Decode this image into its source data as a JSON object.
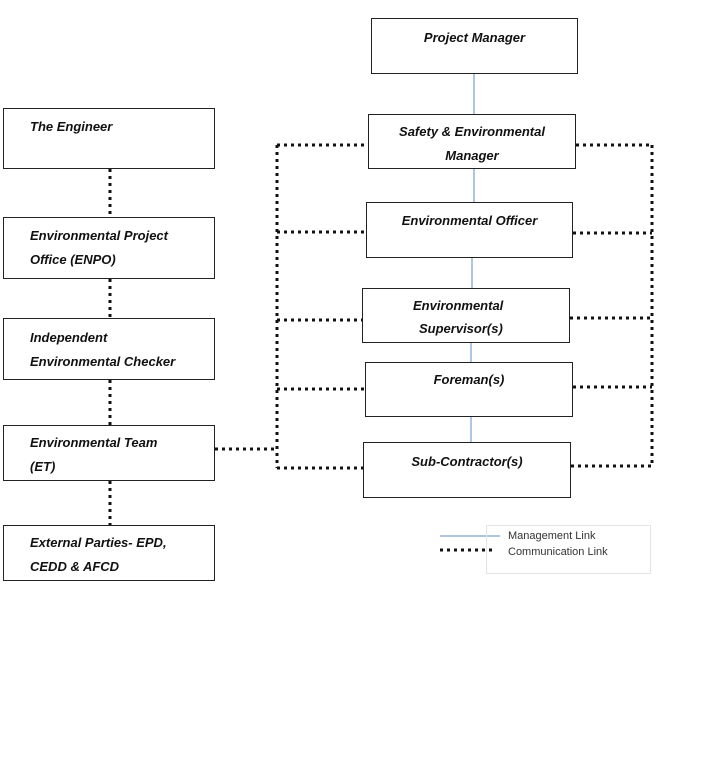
{
  "left_column": [
    {
      "id": "engineer",
      "lines": [
        "The Engineer",
        ""
      ]
    },
    {
      "id": "enpo",
      "lines": [
        "Environmental Project",
        "Office (ENPO)"
      ]
    },
    {
      "id": "iec",
      "lines": [
        "Independent",
        "Environmental Checker"
      ]
    },
    {
      "id": "et",
      "lines": [
        "Environmental Team",
        "(ET)"
      ]
    },
    {
      "id": "external",
      "lines": [
        "External Parties- EPD,",
        "CEDD & AFCD"
      ]
    }
  ],
  "right_column": [
    {
      "id": "pm",
      "lines": [
        "Project Manager",
        ""
      ]
    },
    {
      "id": "sem",
      "lines": [
        "Safety & Environmental",
        "Manager"
      ]
    },
    {
      "id": "eo",
      "lines": [
        "Environmental Officer",
        ""
      ]
    },
    {
      "id": "es",
      "lines": [
        "Environmental",
        "Supervisor(s)"
      ]
    },
    {
      "id": "foreman",
      "lines": [
        "Foreman(s)",
        ""
      ]
    },
    {
      "id": "sub",
      "lines": [
        "Sub-Contractor(s)",
        ""
      ]
    }
  ],
  "legend": {
    "management": "Management Link",
    "communication": "Communication Link"
  },
  "colors": {
    "management_link": "#5b8fc7",
    "communication_link": "#111111",
    "box_border": "#222222"
  }
}
